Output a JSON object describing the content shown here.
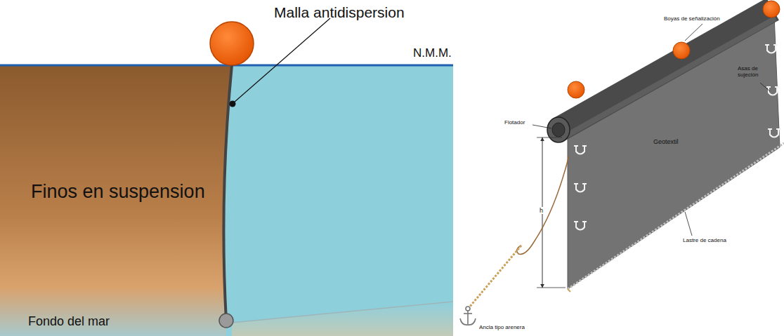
{
  "diagram": {
    "labels": [
      "Malla antidispersion",
      "N.M.M.",
      "Finos en suspension",
      "Fondo del mar",
      "Boyas de señalización",
      "Flotador",
      "Asas de sujeción",
      "Geotextil",
      "Lastre de cadena",
      "h",
      "Ancla tipo arenera"
    ]
  }
}
